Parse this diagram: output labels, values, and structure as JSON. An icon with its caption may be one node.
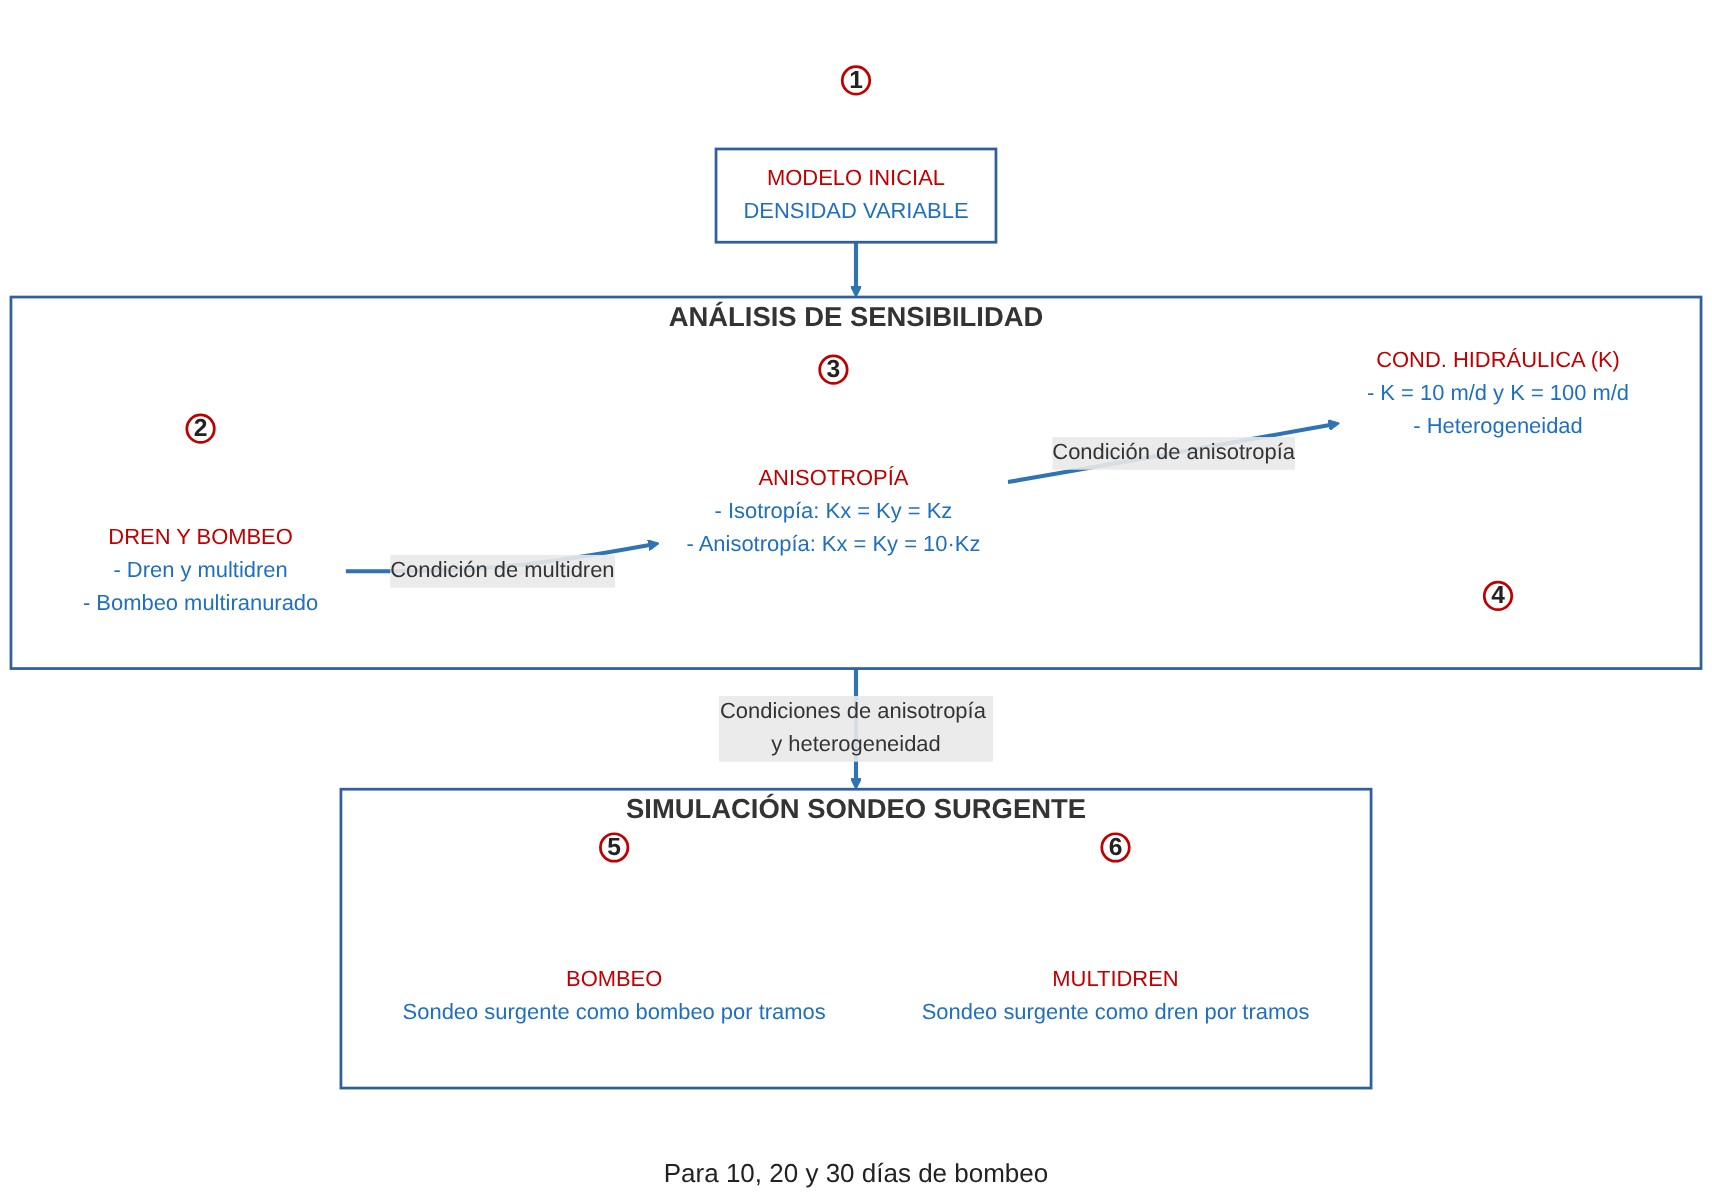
{
  "diagram": {
    "nodes": [
      {
        "text": [
          "1"
        ]
      },
      {
        "text": [
          "MODELO INICIAL",
          "DENSIDAD VARIABLE"
        ]
      },
      {
        "text": [
          "ANÁLISIS DE SENSIBILIDAD"
        ]
      },
      {
        "text": [
          "2"
        ],
        "in": 2
      },
      {
        "text": [
          "DREN Y BOMBEO",
          "- Dren y multidren",
          "- Bombeo multiranurado"
        ],
        "in": 2
      },
      {
        "text": [
          "3"
        ],
        "in": 2
      },
      {
        "text": [
          "ANISOTROPÍA",
          "- Isotropía: Kx = Ky = Kz",
          "- Anisotropía: Kx = Ky = 10·Kz"
        ],
        "in": 2
      },
      {
        "text": [
          "4"
        ],
        "in": 2
      },
      {
        "text": [
          "COND. HIDRÁULICA (K)",
          "- K = 10 m/d y K = 100 m/d",
          "- Heterogeneidad"
        ],
        "in": 2
      },
      {
        "text": [
          "SIMULACIÓN SONDEO SURGENTE"
        ]
      },
      {
        "text": [
          "5"
        ],
        "in": 9
      },
      {
        "text": [
          "BOMBEO",
          "Sondeo surgente como bombeo por tramos"
        ],
        "in": 9
      },
      {
        "text": [
          "6"
        ],
        "in": 9
      },
      {
        "text": [
          "MULTIDREN",
          "Sondeo surgente como dren por tramos"
        ],
        "in": 9
      }
    ],
    "edges": [
      {
        "from": 1,
        "to": 2,
        "arrow": "to"
      },
      {
        "from": 4,
        "to": 6,
        "arrow": "to",
        "label": "Condición de multidren"
      },
      {
        "from": 6,
        "to": 8,
        "arrow": "to",
        "label": "Condición de anisotropía"
      },
      {
        "from": 2,
        "to": 9,
        "arrow": "to",
        "label": "Condiciones de anisotropía y heterogeneidad"
      }
    ],
    "labels": [
      "Para 10, 20 y 30 días de bombeo"
    ]
  }
}
